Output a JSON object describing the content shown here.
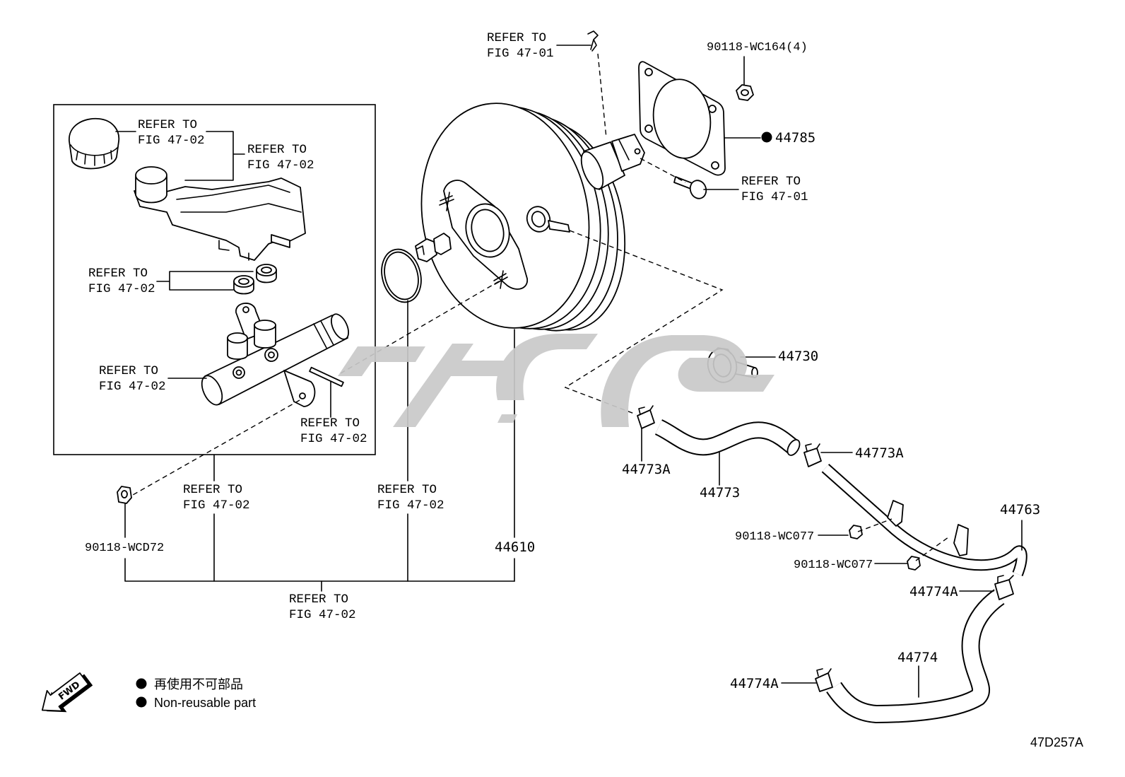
{
  "refer_labels": [
    {
      "line1": "REFER TO",
      "line2": "FIG 47-01"
    },
    {
      "line1": "REFER TO",
      "line2": "FIG 47-01"
    },
    {
      "line1": "REFER TO",
      "line2": "FIG 47-02"
    },
    {
      "line1": "REFER TO",
      "line2": "FIG 47-02"
    },
    {
      "line1": "REFER TO",
      "line2": "FIG 47-02"
    },
    {
      "line1": "REFER TO",
      "line2": "FIG 47-02"
    },
    {
      "line1": "REFER TO",
      "line2": "FIG 47-02"
    },
    {
      "line1": "REFER TO",
      "line2": "FIG 47-02"
    },
    {
      "line1": "REFER TO",
      "line2": "FIG 47-02"
    },
    {
      "line1": "REFER TO",
      "line2": "FIG 47-02"
    }
  ],
  "part_numbers": {
    "nut_gasket": "90118-WC164(4)",
    "gasket": "44785",
    "check_valve": "44730",
    "clamp_left_upper": "44773A",
    "clamp_right_upper": "44773A",
    "hose_upper": "44773",
    "vacuum_pipe": "44763",
    "nut_bracket_1": "90118-WC077",
    "nut_bracket_2": "90118-WC077",
    "clamp_right_lower": "44774A",
    "nut_master_cylinder": "90118-WCD72",
    "booster": "44610",
    "hose_lower": "44774",
    "clamp_left_lower": "44774A"
  },
  "legend": {
    "jp": "再使用不可部品",
    "en": "Non-reusable part"
  },
  "fwd_label": "FWD",
  "diagram_code": "47D257A",
  "colors": {
    "line": "#000000",
    "watermark": "#c9c9c9",
    "background": "#ffffff"
  }
}
